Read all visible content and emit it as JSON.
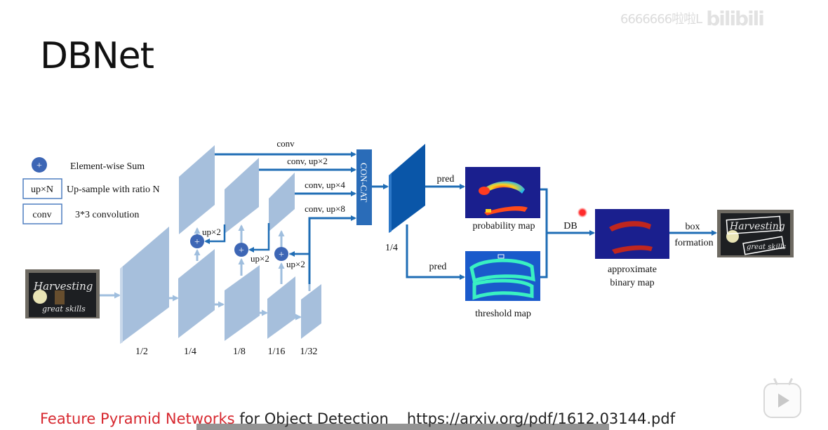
{
  "slide": {
    "title": "DBNet",
    "watermark_text": "6666666啦啦L",
    "watermark_logo": "bilibili"
  },
  "legend": {
    "sum_symbol": "+",
    "sum_label": "Element-wise Sum",
    "upsample_box": "up×N",
    "upsample_label": "Up-sample with ratio N",
    "conv_box": "conv",
    "conv_label": "3*3 convolution"
  },
  "backbone": {
    "scales": [
      "1/2",
      "1/4",
      "1/8",
      "1/16",
      "1/32"
    ]
  },
  "fpn": {
    "up_labels": [
      "up×2",
      "up×2",
      "up×2"
    ],
    "arrow_labels": [
      "conv",
      "conv, up×2",
      "conv, up×4",
      "conv, up×8"
    ]
  },
  "head": {
    "concat_label": "CON-CAT",
    "feature_scale": "1/4",
    "pred_top": "pred",
    "pred_bottom": "pred",
    "probability_map": "probability map",
    "threshold_map": "threshold map",
    "db_label": "DB",
    "approx_line1": "approximate",
    "approx_line2": "binary map",
    "box_line1": "box",
    "box_line2": "formation"
  },
  "input_image_text": [
    "Harvesting",
    "great skills"
  ],
  "output_image_text": [
    "Harvesting",
    "great skills"
  ],
  "footer": {
    "link_text": "Feature Pyramid Networks",
    "rest_text": " for Object Detection",
    "url": "https://arxiv.org/pdf/1612.03144.pdf"
  },
  "colors": {
    "block": "#a6bfdc",
    "block_side": "#c7d7ea",
    "arrow_dark": "#1f6db5",
    "arrow_light": "#9fbede",
    "concat": "#2a6cb8",
    "feature": "#0a56a8",
    "map_bg": "#1a1f8e",
    "footer_link": "#d7282f"
  }
}
